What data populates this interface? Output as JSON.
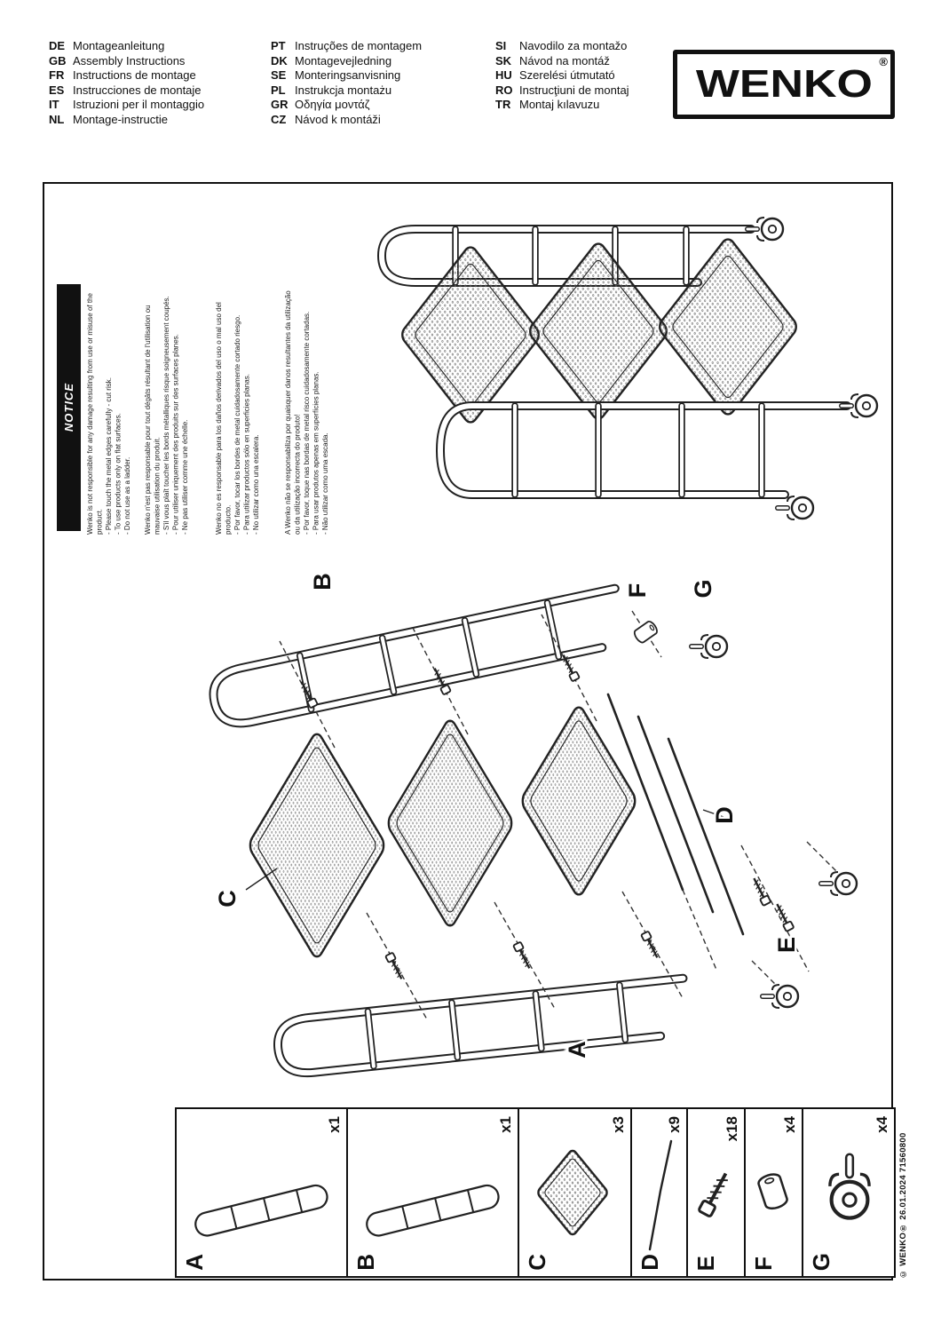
{
  "header": {
    "columns": [
      {
        "items": [
          {
            "code": "DE",
            "label": "Montageanleitung"
          },
          {
            "code": "GB",
            "label": "Assembly Instructions"
          },
          {
            "code": "FR",
            "label": "Instructions de montage"
          },
          {
            "code": "ES",
            "label": "Instrucciones de montaje"
          },
          {
            "code": "IT",
            "label": "Istruzioni per il montaggio"
          },
          {
            "code": "NL",
            "label": "Montage-instructie"
          }
        ]
      },
      {
        "items": [
          {
            "code": "PT",
            "label": "Instruções de montagem"
          },
          {
            "code": "DK",
            "label": "Montagevejledning"
          },
          {
            "code": "SE",
            "label": "Monteringsanvisning"
          },
          {
            "code": "PL",
            "label": "Instrukcja montażu"
          },
          {
            "code": "GR",
            "label": "Οδηγία μοντάζ"
          },
          {
            "code": "CZ",
            "label": "Návod k montáži"
          }
        ]
      },
      {
        "items": [
          {
            "code": "SI",
            "label": "Navodilo za montažo"
          },
          {
            "code": "SK",
            "label": "Návod na montáž"
          },
          {
            "code": "HU",
            "label": "Szerelési útmutató"
          },
          {
            "code": "RO",
            "label": "Instrucţiuni de montaj"
          },
          {
            "code": "TR",
            "label": "Montaj kılavuzu"
          }
        ]
      }
    ],
    "brand": {
      "name": "WENKO",
      "registered": "®"
    }
  },
  "notice": {
    "title": "NOTICE",
    "texts": [
      "Wenko is not responsible for any damage resulting from use or misuse of the product.\n- Please touch the metal edges carefully - cut risk.\n- To use products only on flat surfaces.\n- Do not use as a ladder.",
      "Wenko n'est pas responsable pour tout dégâts résultant de l'utilisation ou mauvaise utilisation du produit.\n- S'il vous plaît toucher les bords métalliques risque soigneusement coupés.\n- Pour utiliser uniquement des produits sur des surfaces planes.\n- Ne pas utiliser comme une échelle.",
      "Wenko no es responsable para los daños derivados del uso o mal uso del producto.\n- Por favor, tocar los bordes de metal cuidadosamente cortado riesgo.\n- Para utilizar productos sólo en superficies planas.\n- No utilizar como una escalera.",
      "A Wenko não se responsabiliza por quaisquer danos resultantes da utilização ou da utilização incorrecta do produto!\n- Por favor, toque nas bordas de metal risco cuidadosamente cortadas.\n- Para usar produtos apenas em superfícies planas.\n- Não utilizar como uma escada."
    ]
  },
  "parts": [
    {
      "label": "A",
      "qty": "x1"
    },
    {
      "label": "B",
      "qty": "x1"
    },
    {
      "label": "C",
      "qty": "x3"
    },
    {
      "label": "D",
      "qty": "x9"
    },
    {
      "label": "E",
      "qty": "x18"
    },
    {
      "label": "F",
      "qty": "x4"
    },
    {
      "label": "G",
      "qty": "x4"
    }
  ],
  "footer": {
    "copyright": "© WENKO® 26.01.2024  71560800"
  },
  "colors": {
    "ink": "#1a1a1a",
    "notice_bg": "#111111"
  }
}
